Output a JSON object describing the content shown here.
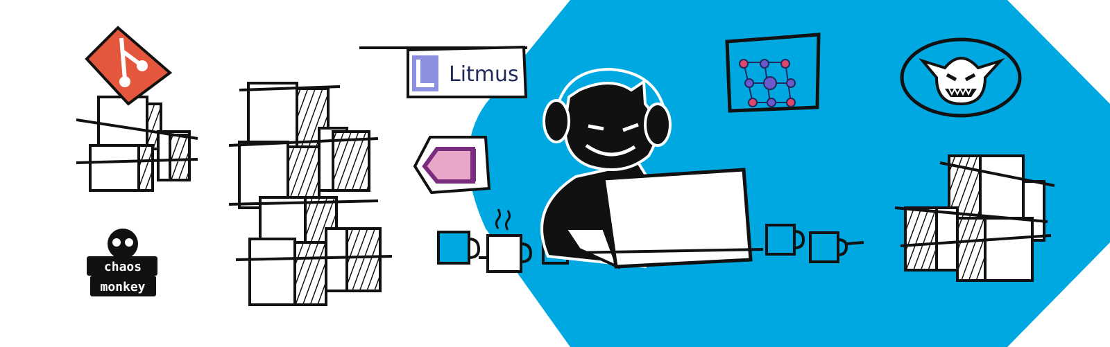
{
  "colors": {
    "background": "#ffffff",
    "blue_blob": "#00a8e1",
    "ink": "#111111",
    "git_orange": "#e4573d",
    "litmus_purple": "#8a8fe0",
    "litmus_text": "#1f2a5a",
    "network_node_pink": "#e0476f",
    "network_node_purple": "#6a5acd",
    "shield_pink": "#e8a7c8",
    "shield_purple": "#7a2d7f"
  },
  "logos": {
    "git": {
      "icon": "git-logo-icon"
    },
    "litmus": {
      "icon": "litmus-logo-icon",
      "label": "Litmus"
    },
    "chaos_monkey": {
      "icon": "chaos-monkey-logo-icon",
      "label": "chaos monkey"
    },
    "gremlin": {
      "icon": "gremlin-logo-icon"
    },
    "network": {
      "icon": "network-mesh-icon"
    },
    "shield": {
      "icon": "shield-sword-icon"
    }
  },
  "illustration": {
    "character": "devil-character-with-headphones",
    "laptop": "laptop-icon",
    "mugs": "coffee-mug-icon"
  }
}
